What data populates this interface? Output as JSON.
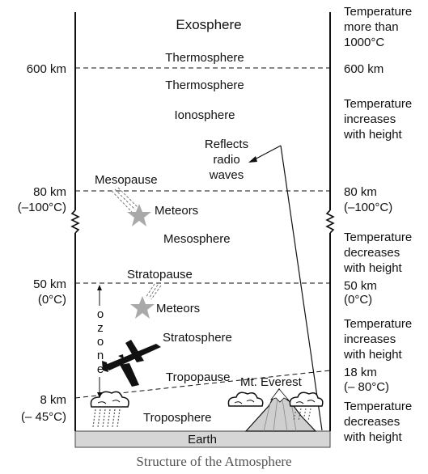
{
  "layers": {
    "exosphere": "Exosphere",
    "thermosphere_upper": "Thermosphere",
    "thermosphere_lower": "Thermosphere",
    "ionosphere": "Ionosphere",
    "reflects": [
      "Reflects",
      "radio",
      "waves"
    ],
    "mesopause": "Mesopause",
    "meteors_upper": "Meteors",
    "mesosphere": "Mesosphere",
    "stratopause": "Stratopause",
    "meteors_lower": "Meteors",
    "stratosphere": "Stratosphere",
    "tropopause": "Tropopause",
    "mt_everest": "Mt. Everest",
    "troposphere": "Troposphere",
    "earth": "Earth"
  },
  "ozone": [
    "o",
    "z",
    "o",
    "n",
    "e"
  ],
  "left_labels": {
    "km600": "600 km",
    "km80": "80 km",
    "temp80": "(–100°C)",
    "km50": "50 km",
    "temp50": "(0°C)",
    "km8": "8 km",
    "temp8": "(– 45°C)"
  },
  "right_labels": {
    "exo_temp": [
      "Temperature",
      "more than",
      "1000°C"
    ],
    "km600": "600 km",
    "thermo_temp": [
      "Temperature",
      "increases",
      "with height"
    ],
    "km80": [
      "80 km",
      "(–100°C)"
    ],
    "meso_temp": [
      "Temperature",
      "decreases",
      "with height"
    ],
    "km50": [
      "50 km",
      "(0°C)"
    ],
    "strato_temp": [
      "Temperature",
      "increases",
      "with height"
    ],
    "km18": [
      "18 km",
      "(– 80°C)"
    ],
    "tropo_temp": [
      "Temperature",
      "decreases",
      "with height"
    ]
  },
  "caption": "Structure of the Atmosphere"
}
